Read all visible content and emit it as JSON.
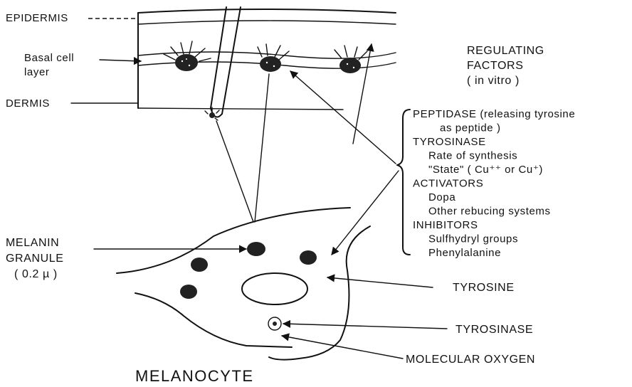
{
  "skin_labels": {
    "epidermis": "EPIDERMIS",
    "basal_line1": "Basal cell",
    "basal_line2": "layer",
    "dermis": "DERMIS"
  },
  "regulating": {
    "line1": "REGULATING",
    "line2": "FACTORS",
    "line3": "( in vitro )"
  },
  "factors": [
    {
      "text": "PEPTIDASE (releasing tyrosine",
      "level": 0
    },
    {
      "text": "as peptide )",
      "level": 2
    },
    {
      "text": "TYROSINASE",
      "level": 0
    },
    {
      "text": "Rate of synthesis",
      "level": 1
    },
    {
      "text": "\"State\" ( Cu⁺⁺ or Cu⁺)",
      "level": 1
    },
    {
      "text": "ACTIVATORS",
      "level": 0
    },
    {
      "text": "Dopa",
      "level": 1
    },
    {
      "text": "Other rebucing systems",
      "level": 1
    },
    {
      "text": "INHIBITORS",
      "level": 0
    },
    {
      "text": "Sulfhydryl groups",
      "level": 1
    },
    {
      "text": "Phenylalanine",
      "level": 1
    }
  ],
  "cell_labels": {
    "melanin_line1": "MELANIN",
    "melanin_line2": "GRANULE",
    "melanin_line3": "( 0.2 µ )",
    "tyrosine": "TYROSINE",
    "tyrosinase": "TYROSINASE",
    "molecular_oxygen": "MOLECULAR  OXYGEN",
    "melanocyte": "MELANOCYTE"
  }
}
